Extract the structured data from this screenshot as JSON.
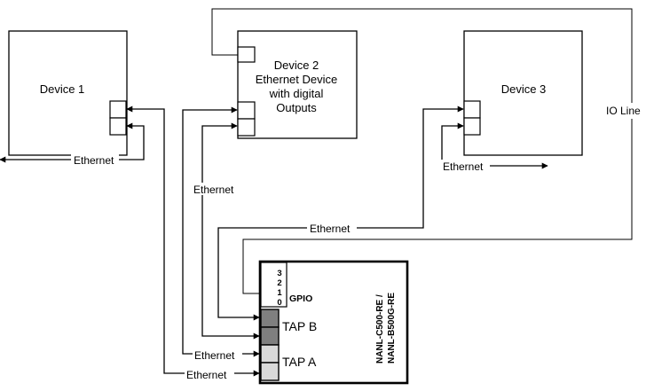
{
  "devices": {
    "device1": {
      "title": "Device 1"
    },
    "device2": {
      "line1": "Device 2",
      "line2": "Ethernet Device",
      "line3": "with digital",
      "line4": "Outputs"
    },
    "device3": {
      "title": "Device 3"
    }
  },
  "tap": {
    "gpio_pins": [
      "3",
      "2",
      "1",
      "0"
    ],
    "gpio_label": "GPIO",
    "tap_b_label": "TAP B",
    "tap_a_label": "TAP A",
    "model_line1": "NANL-C500-RE /",
    "model_line2": "NANL-B500G-RE"
  },
  "connections": {
    "ethernet_label": "Ethernet",
    "io_line_label": "IO Line"
  }
}
